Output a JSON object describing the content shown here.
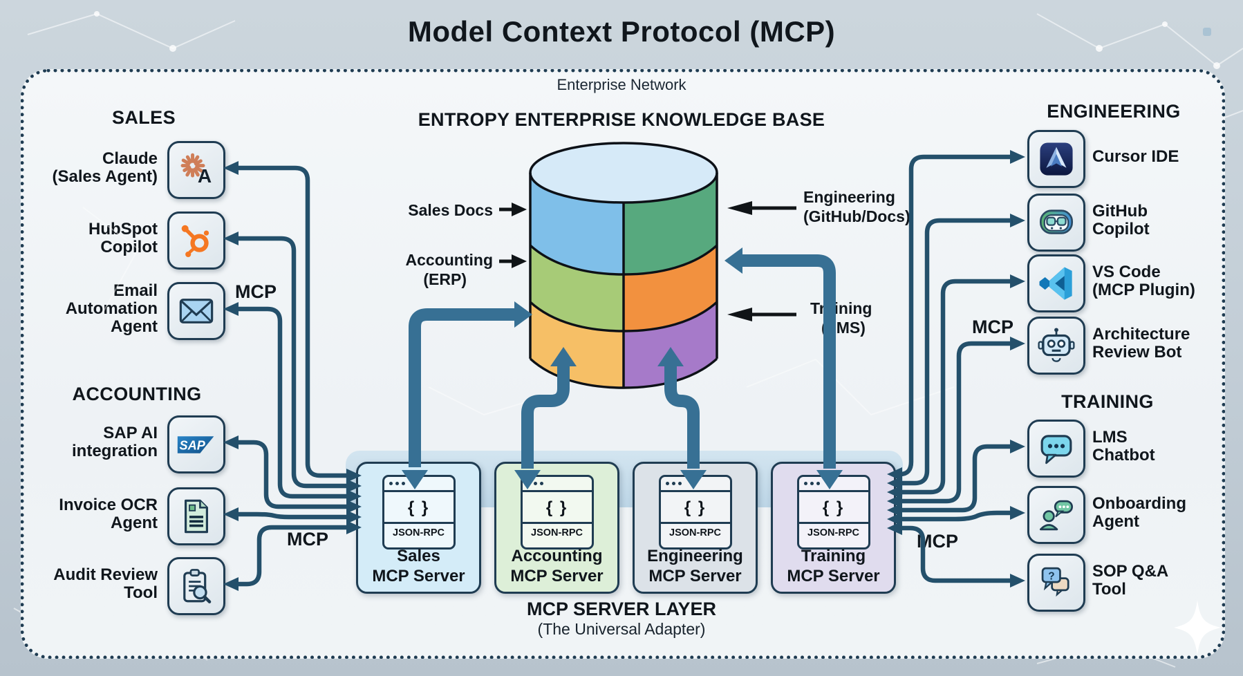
{
  "title": "Model Context Protocol (MCP)",
  "network": {
    "label": "Enterprise Network"
  },
  "knowledge_base": {
    "title": "ENTROPY ENTERPRISE KNOWLEDGE BASE",
    "segment_labels": {
      "sales": {
        "lines": [
          "Sales Docs"
        ]
      },
      "accounting": {
        "lines": [
          "Accounting",
          "(ERP)"
        ]
      },
      "engineering": {
        "lines": [
          "Engineering",
          "(GitHub/Docs)"
        ]
      },
      "training": {
        "lines": [
          "Training",
          "(LMS)"
        ]
      }
    }
  },
  "sections": {
    "sales": {
      "header": "SALES",
      "items": [
        {
          "icon": "claude-icon",
          "lines": [
            "Claude",
            "(Sales Agent)"
          ],
          "letter": "A"
        },
        {
          "icon": "hubspot-icon",
          "lines": [
            "HubSpot",
            "Copilot"
          ]
        },
        {
          "icon": "email-icon",
          "lines": [
            "Email",
            "Automation",
            "Agent"
          ]
        }
      ]
    },
    "accounting": {
      "header": "ACCOUNTING",
      "items": [
        {
          "icon": "sap-icon",
          "lines": [
            "SAP AI",
            "integration"
          ],
          "logo_text": "SAP"
        },
        {
          "icon": "invoice-document-icon",
          "lines": [
            "Invoice OCR",
            "Agent"
          ]
        },
        {
          "icon": "audit-clipboard-icon",
          "lines": [
            "Audit Review",
            "Tool"
          ]
        }
      ]
    },
    "engineering": {
      "header": "ENGINEERING",
      "items": [
        {
          "icon": "cursor-ide-icon",
          "lines": [
            "Cursor IDE"
          ]
        },
        {
          "icon": "github-copilot-icon",
          "lines": [
            "GitHub",
            "Copilot"
          ]
        },
        {
          "icon": "vscode-icon",
          "lines": [
            "VS Code",
            "(MCP Plugin)"
          ]
        },
        {
          "icon": "robot-icon",
          "lines": [
            "Architecture",
            "Review Bot"
          ]
        }
      ]
    },
    "training": {
      "header": "TRAINING",
      "items": [
        {
          "icon": "chat-bubble-icon",
          "lines": [
            "LMS",
            "Chatbot"
          ]
        },
        {
          "icon": "onboarding-person-icon",
          "lines": [
            "Onboarding",
            "Agent"
          ]
        },
        {
          "icon": "qa-bubbles-icon",
          "lines": [
            "SOP Q&A",
            "Tool"
          ],
          "mark": "?"
        }
      ]
    }
  },
  "server_layer": {
    "title": "MCP SERVER LAYER",
    "subtitle": "(The Universal Adapter)",
    "servers": [
      {
        "lines": [
          "Sales",
          "MCP Server"
        ],
        "braces": "{ }",
        "protocol": "JSON-RPC",
        "fill": "#d4ecf8"
      },
      {
        "lines": [
          "Accounting",
          "MCP Server"
        ],
        "braces": "{ }",
        "protocol": "JSON-RPC",
        "fill": "#ddefd8"
      },
      {
        "lines": [
          "Engineering",
          "MCP Server"
        ],
        "braces": "{ }",
        "protocol": "JSON-RPC",
        "fill": "#dce2e8"
      },
      {
        "lines": [
          "Training",
          "MCP Server"
        ],
        "braces": "{ }",
        "protocol": "JSON-RPC",
        "fill": "#e0dcee"
      }
    ]
  },
  "mcp_labels": {
    "left_top": "MCP",
    "left_bottom": "MCP",
    "right_top": "MCP",
    "right_bottom": "MCP"
  },
  "colors": {
    "background": "#c3ced7",
    "panel": "#f2f5f7",
    "outline": "#1f3c52",
    "thin_arrow": "#24506b",
    "thick_arrow": "#377094",
    "black_arrow": "#101417",
    "server_band": "#c7dcec",
    "db_segments": {
      "top_ellipse": "#d6eaf8",
      "sales_docs_blue": "#7fbfe9",
      "engineering_green": "#57a97e",
      "accounting_green": "#a7cb77",
      "mid_right_orange": "#f2913f",
      "bottom_left_yellow": "#f6bf66",
      "training_purple": "#a67ac9"
    }
  }
}
